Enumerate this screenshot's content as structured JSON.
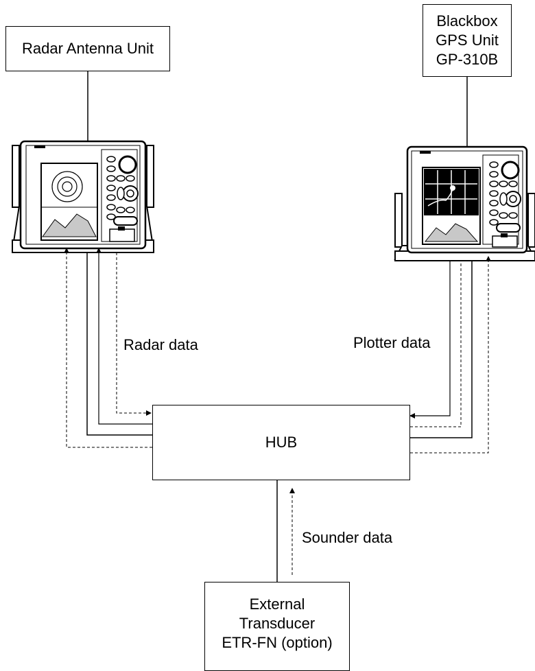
{
  "radar_antenna": {
    "label": "Radar Antenna Unit"
  },
  "gps_unit": {
    "lines": [
      "Blackbox",
      "GPS Unit",
      "GP-310B"
    ]
  },
  "hub": {
    "label": "HUB"
  },
  "transducer": {
    "lines": [
      "External",
      "Transducer",
      "ETR-FN (option)"
    ]
  },
  "connections": {
    "radar_data": "Radar data",
    "plotter_data": "Plotter data",
    "sounder_data": "Sounder data"
  }
}
